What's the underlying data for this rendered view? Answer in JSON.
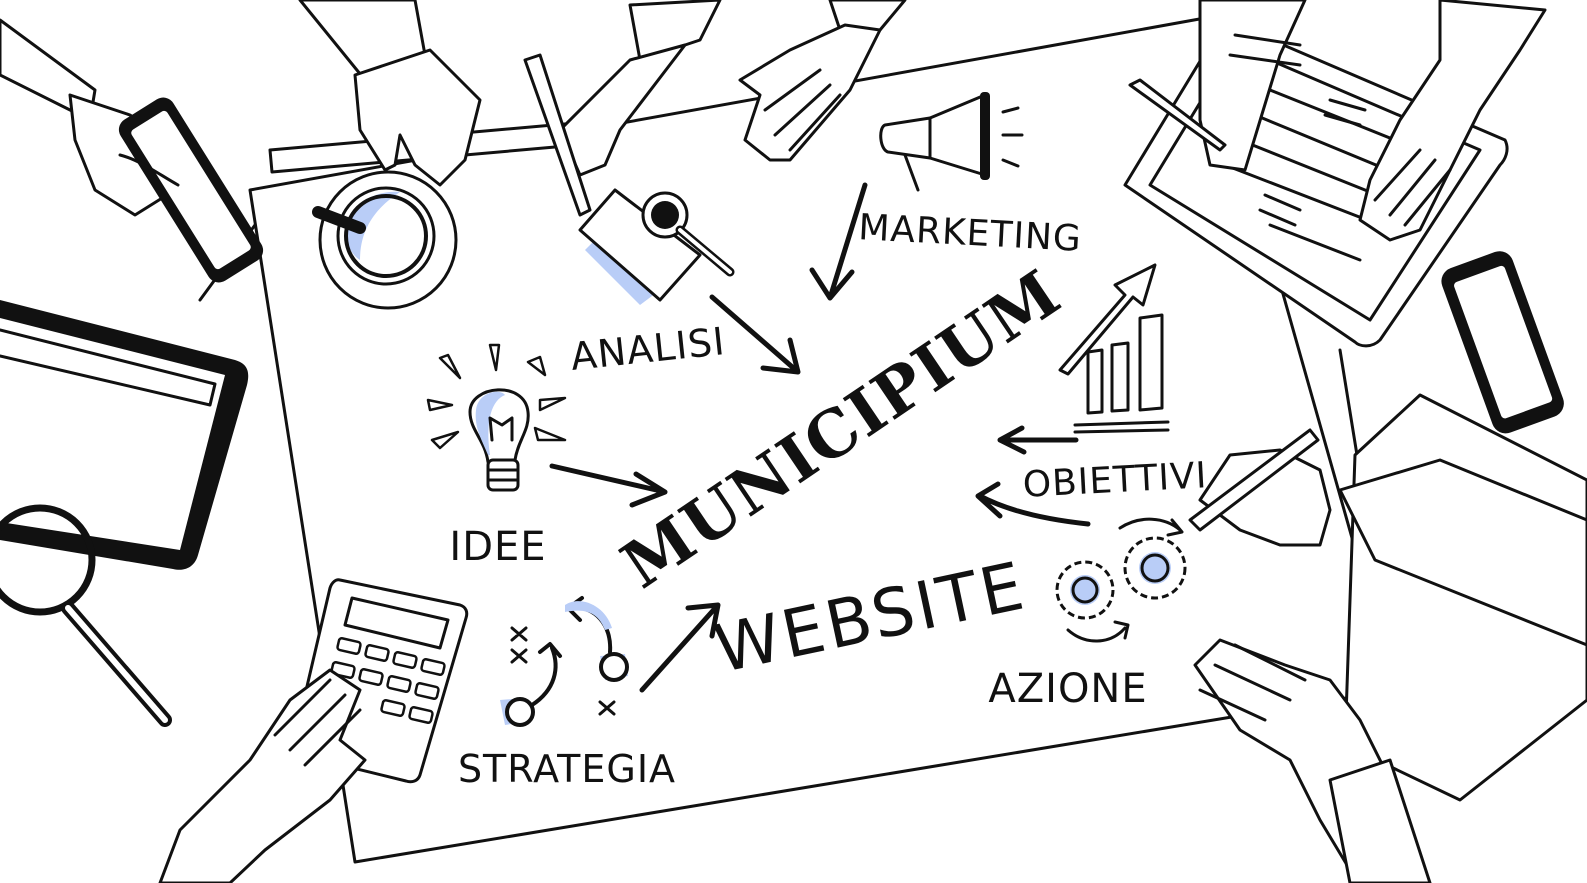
{
  "title": "MUNICIPIUM",
  "subtitle": "WEBSITE",
  "labels": {
    "marketing": "MARKETING",
    "analisi": "ANALISI",
    "idee": "IDEE",
    "obiettivi": "OBIETTIVI",
    "azione": "AZIONE",
    "strategia": "STRATEGIA"
  },
  "colors": {
    "ink": "#111111",
    "accent": "#b9cdf7",
    "paper": "#ffffff"
  },
  "icons": [
    "megaphone-icon",
    "magnifier-icon",
    "lightbulb-icon",
    "bar-chart-icon",
    "gears-icon",
    "strategy-icon",
    "coffee-cup-icon",
    "calculator-icon",
    "tablet-icon",
    "smartphone-icon",
    "clipboard-icon"
  ]
}
